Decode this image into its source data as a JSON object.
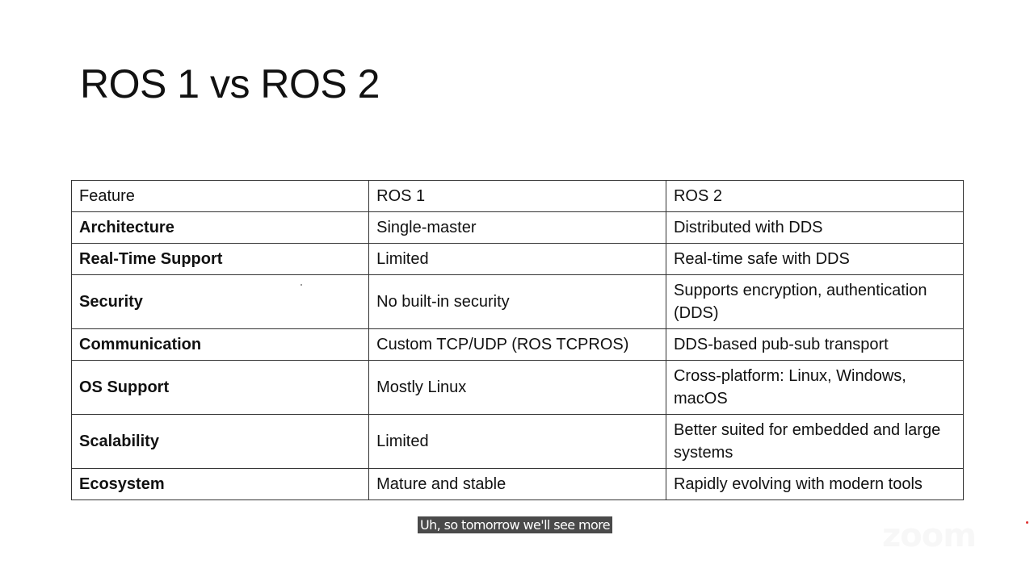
{
  "slide": {
    "title": "ROS 1 vs ROS 2"
  },
  "table": {
    "headers": [
      "Feature",
      "ROS 1",
      "ROS 2"
    ],
    "rows": [
      [
        "Architecture",
        "Single-master",
        "Distributed with DDS"
      ],
      [
        "Real-Time Support",
        "Limited",
        "Real-time safe with DDS"
      ],
      [
        "Security",
        "No built-in security",
        "Supports encryption, authentication (DDS)"
      ],
      [
        "Communication",
        "Custom TCP/UDP (ROS TCPROS)",
        "DDS-based pub-sub transport"
      ],
      [
        "OS Support",
        "Mostly Linux",
        "Cross-platform: Linux, Windows, macOS"
      ],
      [
        "Scalability",
        "Limited",
        "Better suited for embedded and large systems"
      ],
      [
        "Ecosystem",
        "Mature and stable",
        "Rapidly evolving with modern tools"
      ]
    ]
  },
  "caption": {
    "text": "Uh, so tomorrow we'll see more"
  },
  "watermark": {
    "logo_text": "zoom",
    "color": "#f7f7f7"
  },
  "colors": {
    "background": "#ffffff",
    "text": "#111111",
    "border": "#333333",
    "caption_bg": "#4a4a4a",
    "recording_dot": "#e03030"
  }
}
